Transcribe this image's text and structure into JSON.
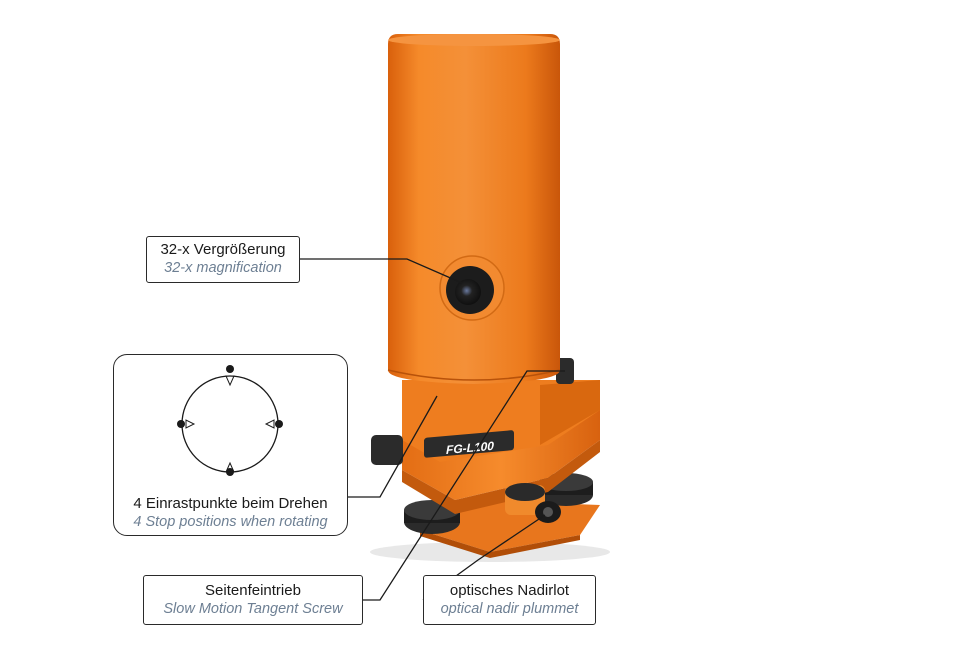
{
  "callouts": {
    "magnification": {
      "de": "32-x Vergrößerung",
      "en": "32-x magnification"
    },
    "stop_positions": {
      "de": "4 Einrastpunkte beim Drehen",
      "en": "4 Stop positions when rotating"
    },
    "tangent_screw": {
      "de": "Seitenfeintrieb",
      "en": "Slow Motion Tangent Screw"
    },
    "nadir_plummet": {
      "de": "optisches Nadirlot",
      "en": "optical nadir plummet"
    }
  },
  "product": {
    "badge_text": "FG-L100",
    "body_color": "#f07e1c",
    "knob_color": "#262626"
  },
  "colors": {
    "german_text": "#1a1a1a",
    "english_text": "#6d7f93",
    "frame": "#2a2a2a"
  }
}
